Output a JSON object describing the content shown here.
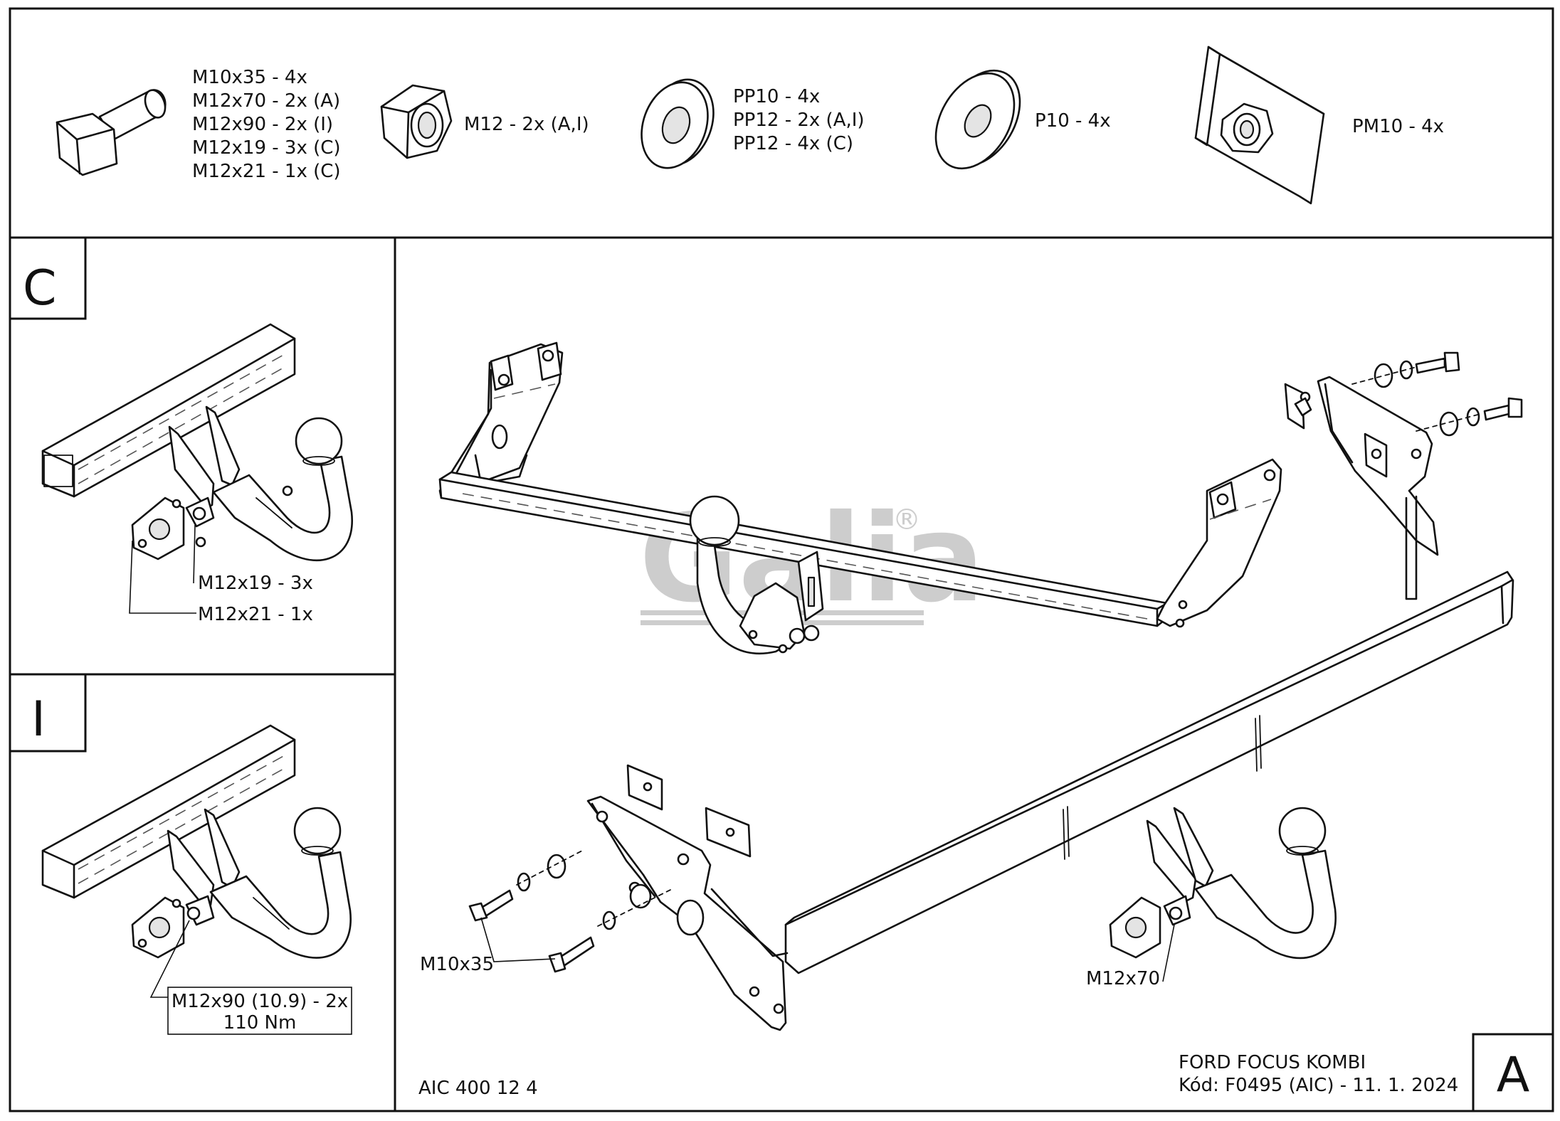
{
  "parts": [
    {
      "name": "bolt",
      "icon": "hex-bolt-icon",
      "lines": [
        "M10x35 - 4x",
        "M12x70 - 2x (A)",
        "M12x90 - 2x (I)",
        "M12x19 - 3x (C)",
        "M12x21 - 1x (C)"
      ]
    },
    {
      "name": "nut",
      "icon": "hex-nut-icon",
      "lines": [
        "M12 - 2x (A,I)"
      ]
    },
    {
      "name": "spring-washer",
      "icon": "spring-washer-icon",
      "lines": [
        "PP10 - 4x",
        "PP12 - 2x (A,I)",
        "PP12 - 4x (C)"
      ]
    },
    {
      "name": "flat-washer",
      "icon": "flat-washer-icon",
      "lines": [
        "P10 - 4x"
      ]
    },
    {
      "name": "plate-nut",
      "icon": "plate-nut-icon",
      "lines": [
        "PM10 - 4x"
      ]
    }
  ],
  "panel_c": {
    "letter": "C",
    "callouts": [
      "M12x19 - 3x",
      "M12x21 - 1x"
    ]
  },
  "panel_i": {
    "letter": "I",
    "callout_box": [
      "M12x90 (10.9) - 2x",
      "110 Nm"
    ]
  },
  "main": {
    "letter": "A",
    "callout_left": "M10x35",
    "callout_right": "M12x70",
    "code_left": "AIC 400 12 4",
    "vehicle": "FORD FOCUS KOMBI",
    "code_line": "Kód: F0495 (AIC) - 11. 1. 2024"
  },
  "watermark": {
    "text": "Galia",
    "reg": "®",
    "color": "#c8c8c8"
  }
}
